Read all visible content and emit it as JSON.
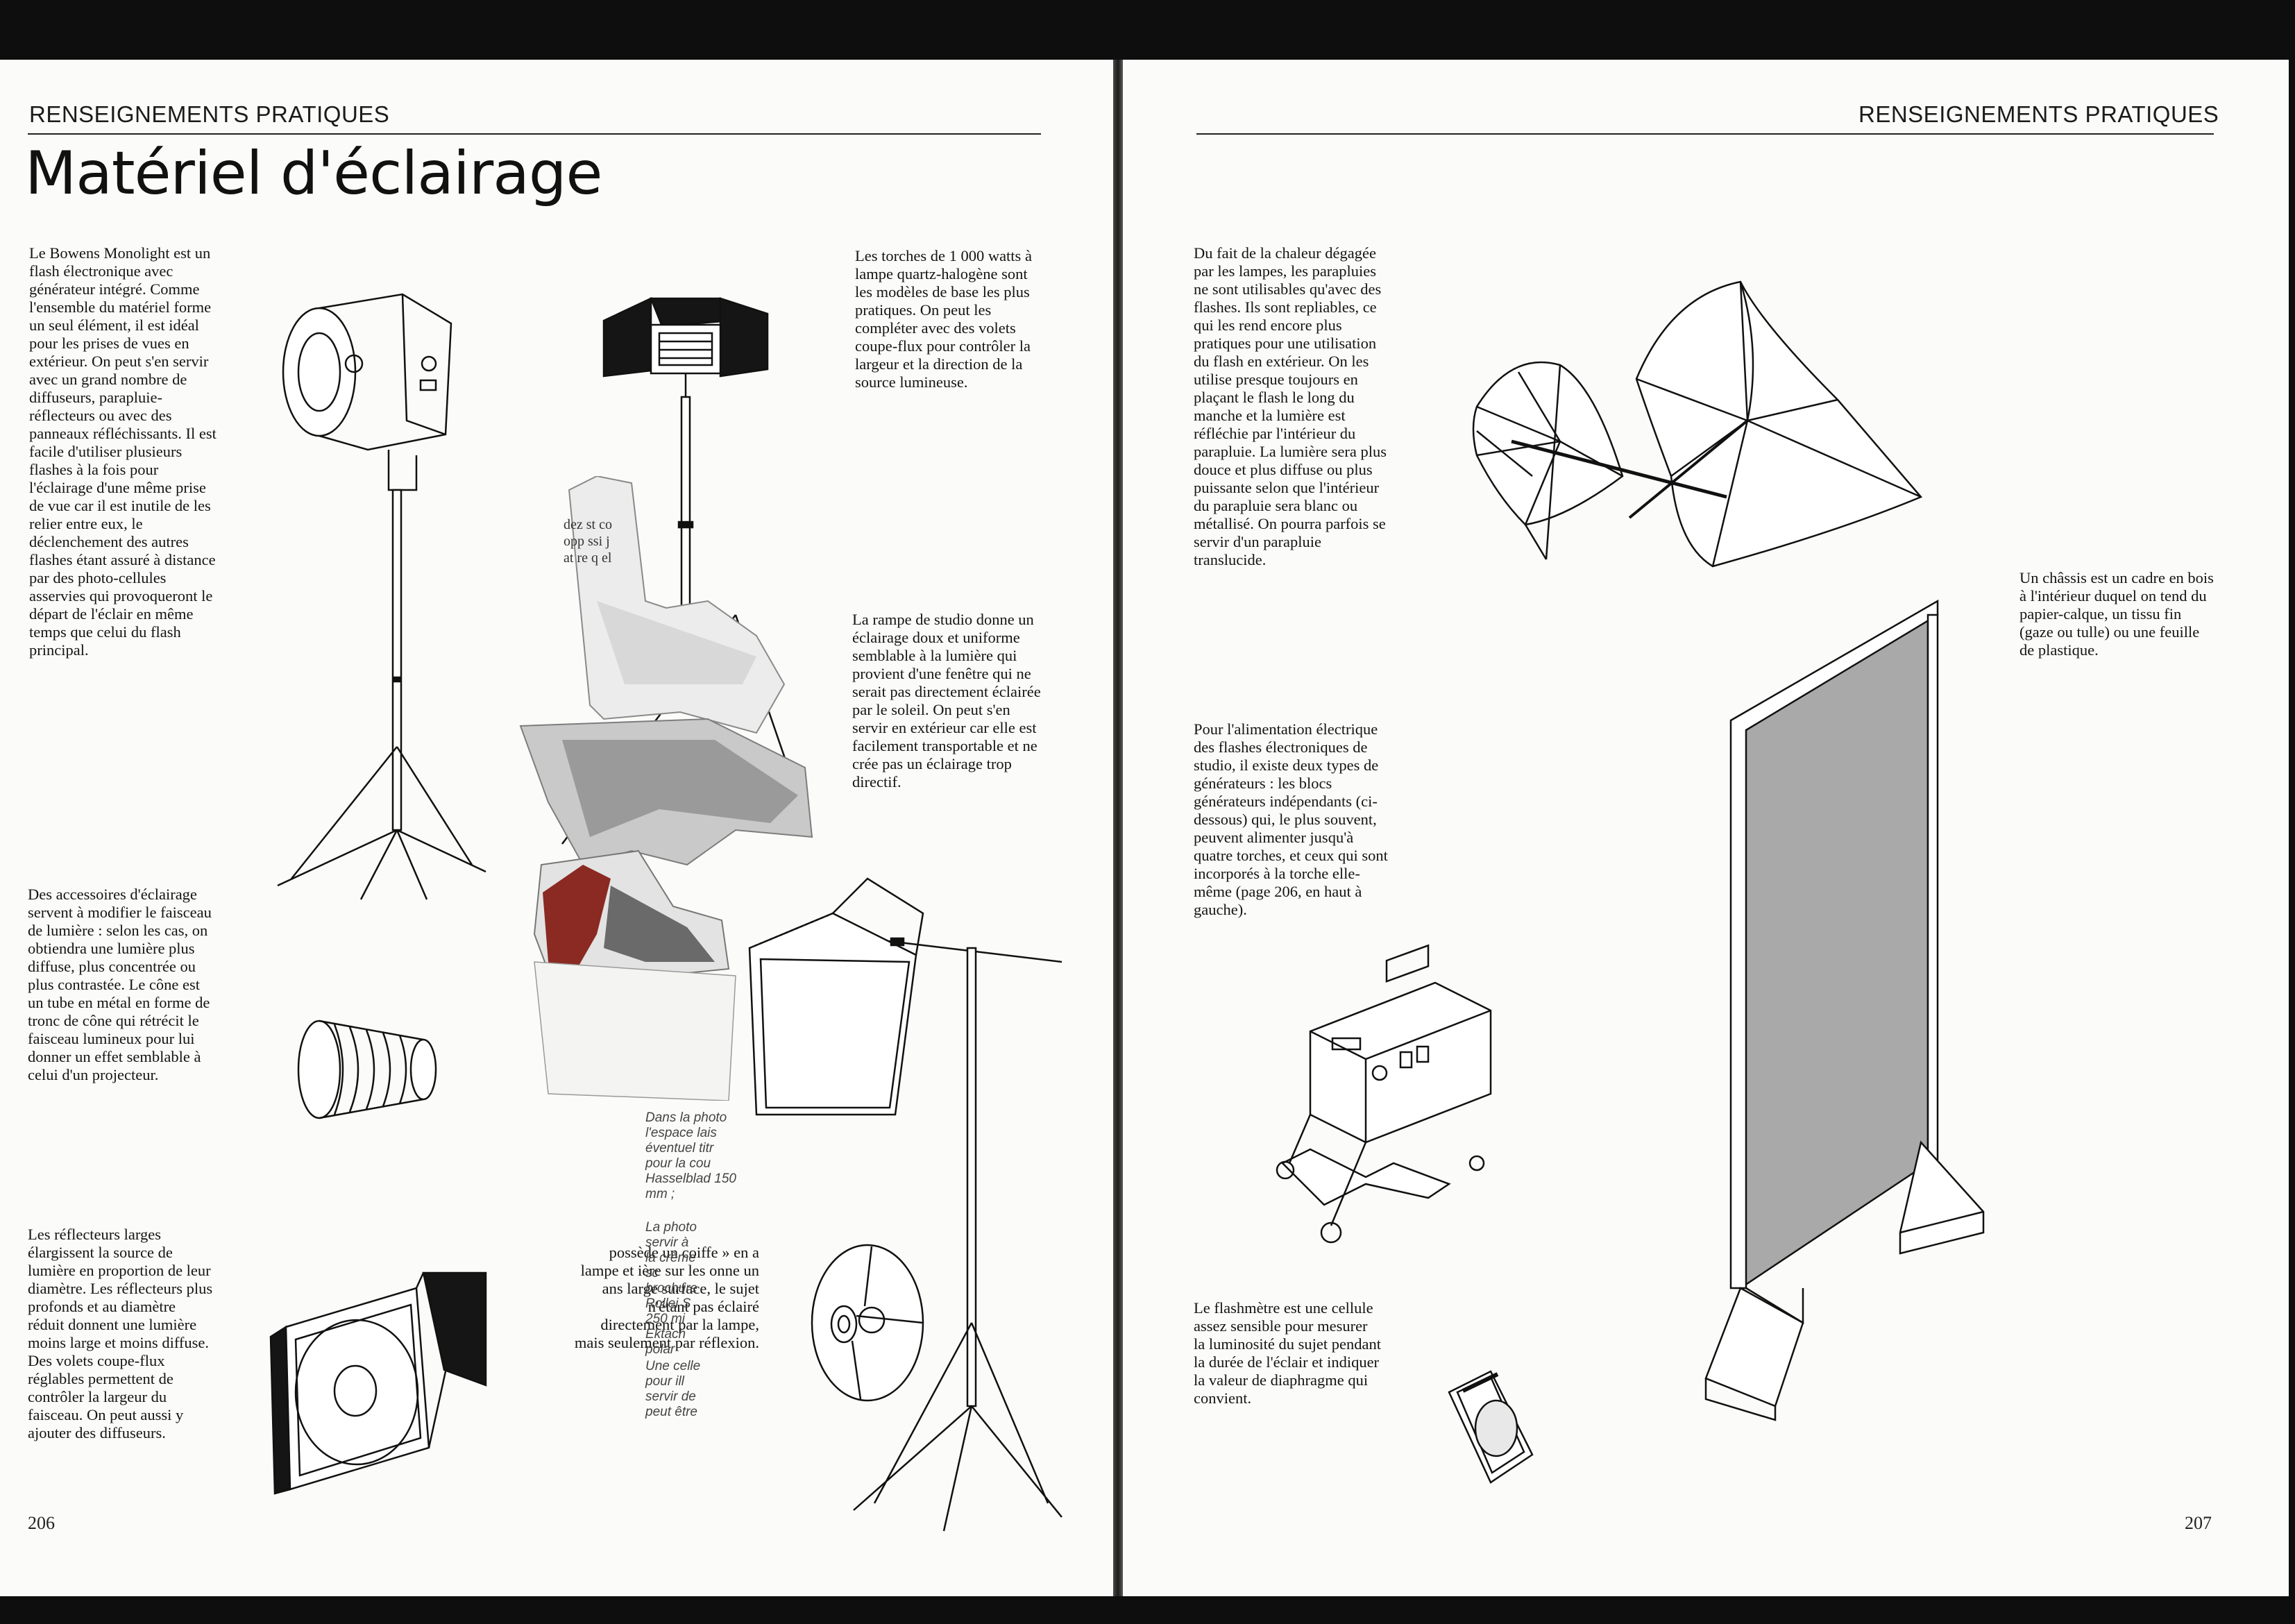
{
  "running_head_left": "RENSEIGNEMENTS PRATIQUES",
  "running_head_right": "RENSEIGNEMENTS PRATIQUES",
  "title": "Matériel d'éclairage",
  "captions": {
    "monolight": "Le Bowens Monolight est un flash électronique avec générateur intégré. Comme l'ensemble du matériel forme un seul élément, il est idéal pour les prises de vues en extérieur. On peut s'en servir avec un grand nombre de diffuseurs, parapluie-réflecteurs ou avec des panneaux réfléchissants. Il est facile d'utiliser plusieurs flashes à la fois pour l'éclairage d'une même prise de vue car il est inutile de les relier entre eux, le déclenchement des autres flashes étant assuré à distance par des photo-cellules asservies qui provoqueront le départ de l'éclair en même temps que celui du flash principal.",
    "torches": "Les torches de 1 000 watts à lampe quartz-halogène sont les modèles de base les plus pratiques. On peut les compléter avec des volets coupe-flux pour contrôler la largeur et la direction de la source lumineuse.",
    "rampe": "La rampe de studio donne un éclairage doux et uniforme semblable à la lumière qui provient d'une fenêtre qui ne serait pas directement éclairée par le soleil. On peut s'en servir en extérieur car elle est facilement transportable et ne crée pas un éclairage trop directif.",
    "accessoires": "Des accessoires d'éclairage servent à modifier le faisceau de lumière : selon les cas, on obtiendra une lumière plus diffuse, plus concentrée ou plus contrastée. Le cône est un tube en métal en forme de tronc de cône qui rétrécit le faisceau lumineux pour lui donner un effet semblable à celui d'un projecteur.",
    "reflecteurs": "Les réflecteurs larges élargissent la source de lumière en proportion de leur diamètre. Les réflecteurs plus profonds et au diamètre réduit donnent une lumière moins large et moins diffuse. Des volets coupe-flux réglables permettent de contrôler la largeur du faisceau. On peut aussi y ajouter des diffuseurs.",
    "bowl_fragment": "possède un coiffe » en a lampe et ière sur les onne un ans large surface, le sujet n'étant pas éclairé directement par la lampe, mais seulement par réflexion.",
    "collage_text": "dez st co opp ssi j at re q el",
    "collage_italic_1": "Dans la photo l'espace lais éventuel titr pour la cou Hasselblad 150 mm ;",
    "collage_italic_2": "La photo servir à la crème sc brochure Rollei S 250 mi Ektach polar",
    "collage_italic_3": "Une celle pour ill servir de peut être",
    "parapluies": "Du fait de la chaleur dégagée par les lampes, les parapluies ne sont utilisables qu'avec des flashes. Ils sont repliables, ce qui les rend encore plus pratiques pour une utilisation du flash en extérieur. On les utilise presque toujours en plaçant le flash le long du manche et la lumière est réfléchie par l'intérieur du parapluie. La lumière sera plus douce et plus diffuse ou plus puissante selon que l'intérieur du parapluie sera blanc ou métallisé. On pourra parfois se servir d'un parapluie translucide.",
    "chassis": "Un châssis est un cadre en bois à l'intérieur duquel on tend du papier-calque, un tissu fin (gaze ou tulle) ou une feuille de plastique.",
    "alimentation": "Pour l'alimentation électrique des flashes électroniques de studio, il existe deux types de générateurs : les blocs générateurs indépendants (ci-dessous) qui, le plus souvent, peuvent alimenter jusqu'à quatre torches, et ceux qui sont incorporés à la torche elle-même (page 206, en haut à gauche).",
    "flashmetre": "Le flashmètre est une cellule assez sensible pour mesurer la luminosité du sujet pendant la durée de l'éclair et indiquer la valeur de diaphragme qui convient."
  },
  "page_numbers": {
    "left": "206",
    "right": "207"
  },
  "colors": {
    "paper": "#fbfbf9",
    "ink": "#111111",
    "scanner_bed": "#0e0e0e",
    "collage_red": "#8a2a22",
    "screen_grey": "#a9a9a9"
  }
}
